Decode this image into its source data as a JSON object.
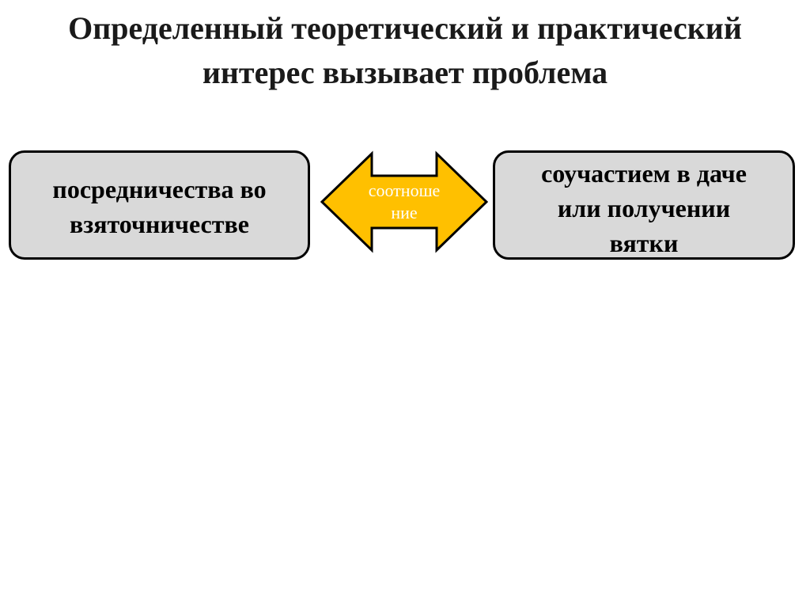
{
  "title": {
    "line1": "Определенный теоретический и практический",
    "line2": "интерес вызывает проблема"
  },
  "diagram": {
    "left_box": {
      "label": "посредничества во\nвзяточничестве"
    },
    "connector": {
      "label": "соотноше\nние",
      "fill": "#ffc000",
      "stroke": "#000000"
    },
    "right_box": {
      "label": "соучастием в даче\nили получении\nвятки"
    }
  }
}
